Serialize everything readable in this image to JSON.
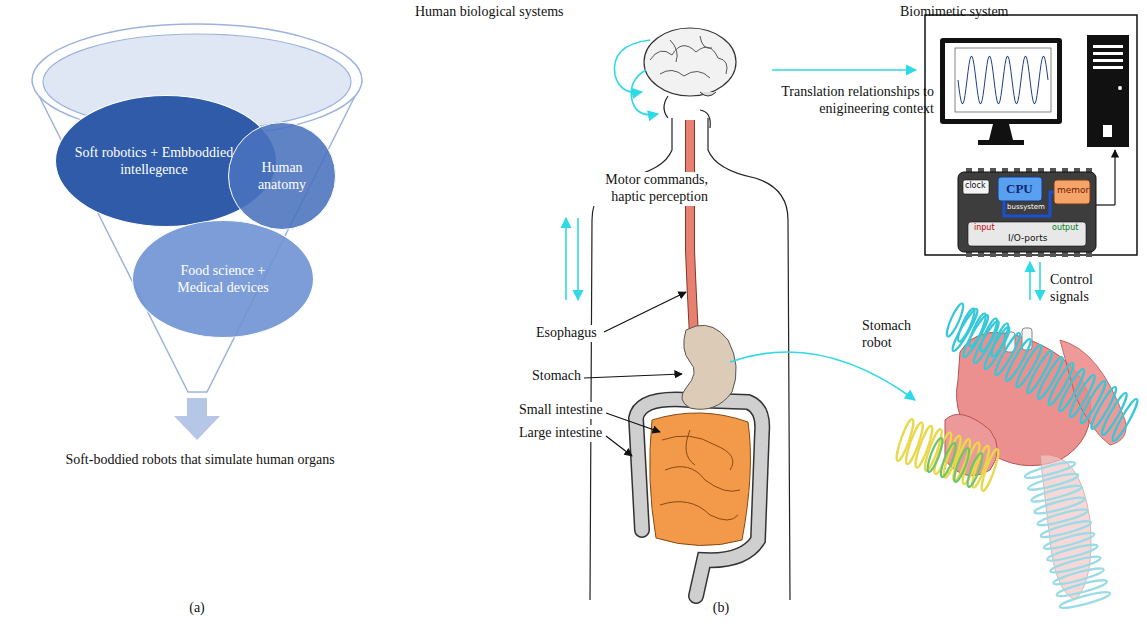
{
  "diagram": {
    "nodes": [
      {
        "text": [
          "Soft robotics + Embboddied intellegence"
        ]
      },
      {
        "text": [
          "Human anatomy"
        ]
      },
      {
        "text": [
          "Food science + Medical devices"
        ]
      }
    ],
    "labels": [
      "Soft-boddied robots that simulate human organs",
      "(a)",
      "Human biological systems",
      "Biomimetic system",
      "Motor commands, haptic perception",
      "Translation relationships to enigineering context",
      "Esophagus",
      "Stomach",
      "Small intestine",
      "Large intestine",
      "Control signals",
      "Stomach robot",
      "clock",
      "CPU",
      "memor",
      "bussystem",
      "input",
      "output",
      "I/O-ports",
      "(b)"
    ]
  }
}
